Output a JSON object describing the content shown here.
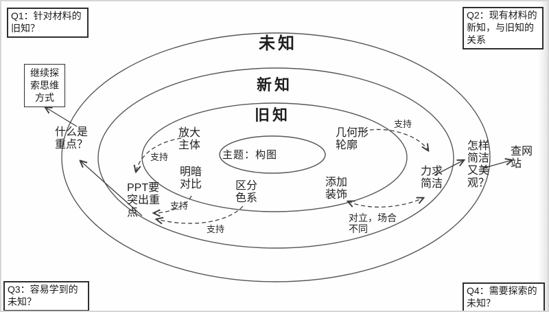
{
  "rings": {
    "outer": "未知",
    "middle": "新知",
    "inner": "旧知"
  },
  "center": {
    "label": "主题：构图"
  },
  "corner_boxes": {
    "q1": "Q1：针对材料的\n旧知？",
    "q2": "Q2：现有材料的\n新知，与旧知的\n关系",
    "q3": "Q3：容易学到的\n未知？",
    "q4": "Q4：需要探索的\n未知？"
  },
  "side_box": {
    "label": "继续探\n索思维\n方式"
  },
  "nodes": {
    "what_is_focus": "什么是\n重点？",
    "enlarge_subject": "放大\n主体",
    "light_dark_contrast": "明暗\n对比",
    "distinguish_colors": "区分\n色系",
    "ppt_highlight": "PPT要\n突出重\n点",
    "geometric_outline": "几何形\n轮廓",
    "add_decoration": "添加\n装饰",
    "strive_concise": "力求\n简洁",
    "concise_and_beautiful": "怎样\n简洁\n又美\n观？",
    "check_website": "查网\n站"
  },
  "edge_labels": {
    "support": "支持",
    "opposite": "对立，场合\n不同"
  },
  "colors": {
    "stroke": "#575757",
    "arrow": "#3f3f3f",
    "text": "#1b1b1b",
    "box_border": "#2e2e2e"
  }
}
